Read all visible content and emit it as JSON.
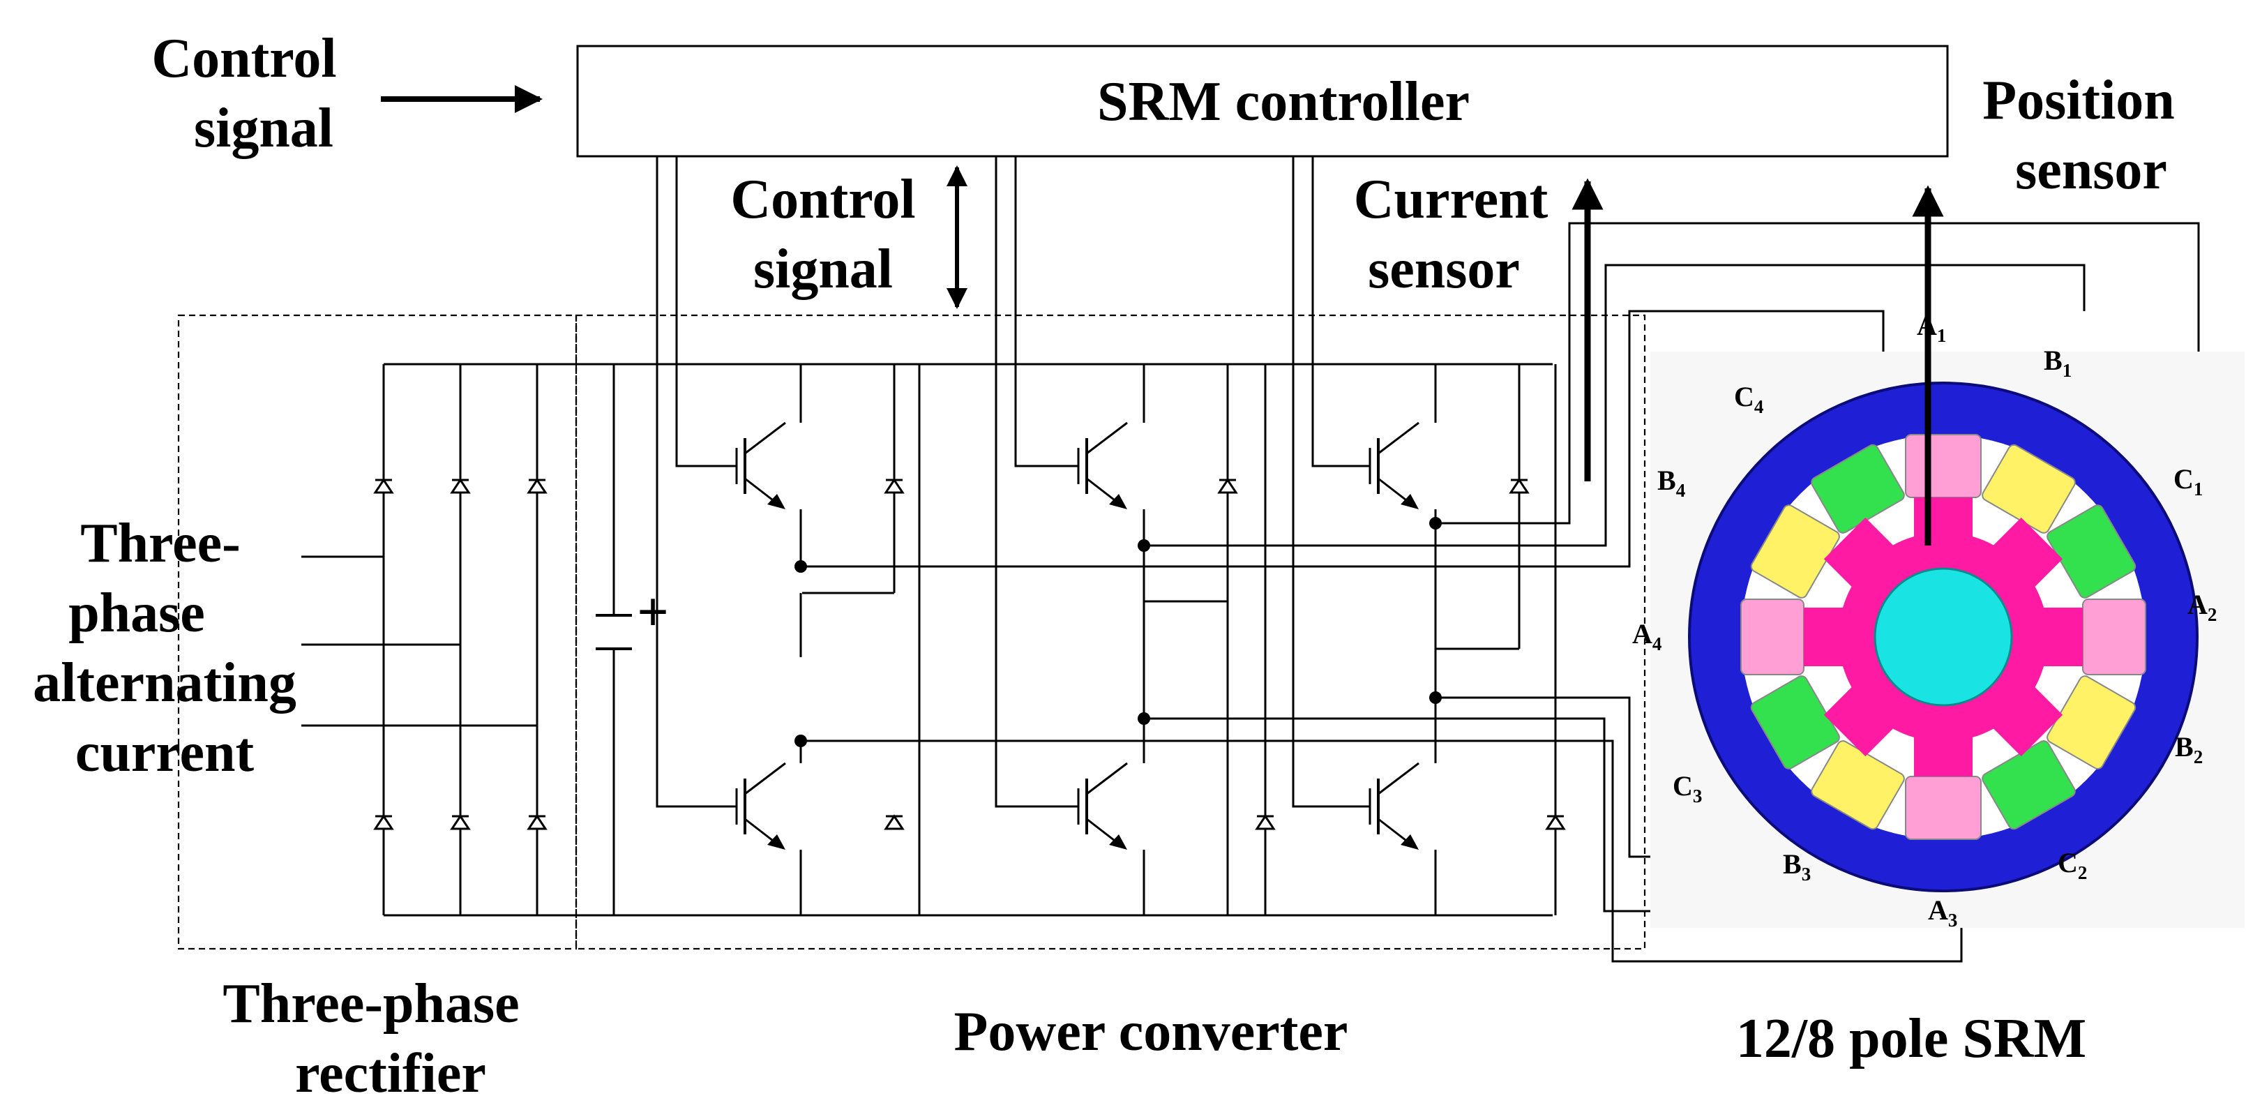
{
  "labels": {
    "control_signal_left_1": "Control",
    "control_signal_left_2": "signal",
    "srm_controller": "SRM controller",
    "position_sensor_1": "Position",
    "position_sensor_2": "sensor",
    "control_signal_mid_1": "Control",
    "control_signal_mid_2": "signal",
    "current_sensor_1": "Current",
    "current_sensor_2": "sensor",
    "three_phase_ac_1": "Three-",
    "three_phase_ac_2": "phase",
    "three_phase_ac_3": "alternating",
    "three_phase_ac_4": "current",
    "rectifier_1": "Three-phase",
    "rectifier_2": "rectifier",
    "power_converter": "Power converter",
    "srm": "12/8 pole SRM",
    "capacitor_plus": "+"
  },
  "poles": {
    "A1": {
      "letter": "A",
      "sub": "1"
    },
    "B1": {
      "letter": "B",
      "sub": "1"
    },
    "C1": {
      "letter": "C",
      "sub": "1"
    },
    "A2": {
      "letter": "A",
      "sub": "2"
    },
    "B2": {
      "letter": "B",
      "sub": "2"
    },
    "C2": {
      "letter": "C",
      "sub": "2"
    },
    "A3": {
      "letter": "A",
      "sub": "3"
    },
    "B3": {
      "letter": "B",
      "sub": "3"
    },
    "C3": {
      "letter": "C",
      "sub": "3"
    },
    "A4": {
      "letter": "A",
      "sub": "4"
    },
    "B4": {
      "letter": "B",
      "sub": "4"
    },
    "C4": {
      "letter": "C",
      "sub": "4"
    }
  },
  "colors": {
    "stator": "#1f1fd6",
    "rotor": "#ff1aa3",
    "shaft": "#19e3e3",
    "coil_phase_a": "#ff9fd6",
    "coil_phase_b": "#fff266",
    "coil_phase_c": "#33e04d"
  }
}
